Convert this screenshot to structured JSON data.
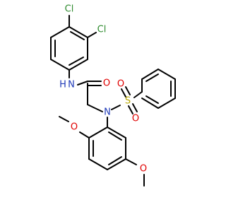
{
  "colors": {
    "background": "#ffffff",
    "carbon_bond": "#000000",
    "chlorine": "#2e8b2e",
    "nitrogen": "#1f3ab8",
    "oxygen": "#e00000",
    "sulfur": "#b8a800"
  },
  "atoms": {
    "cl_top": {
      "text": "Cl",
      "element": "Cl"
    },
    "cl_right": {
      "text": "Cl",
      "element": "Cl"
    },
    "nh_amide": {
      "text": "N",
      "element": "N",
      "suffix": "H"
    },
    "o_carbonyl": {
      "text": "O",
      "element": "O"
    },
    "n_sulfonamide": {
      "text": "N",
      "element": "N"
    },
    "s_sulfonyl": {
      "text": "S",
      "element": "S"
    },
    "o_sulfonyl_top": {
      "text": "O",
      "element": "O"
    },
    "o_sulfonyl_bottom": {
      "text": "O",
      "element": "O"
    },
    "o_methoxy_top": {
      "text": "O",
      "element": "O"
    },
    "o_methoxy_bottom": {
      "text": "O",
      "element": "O"
    }
  }
}
